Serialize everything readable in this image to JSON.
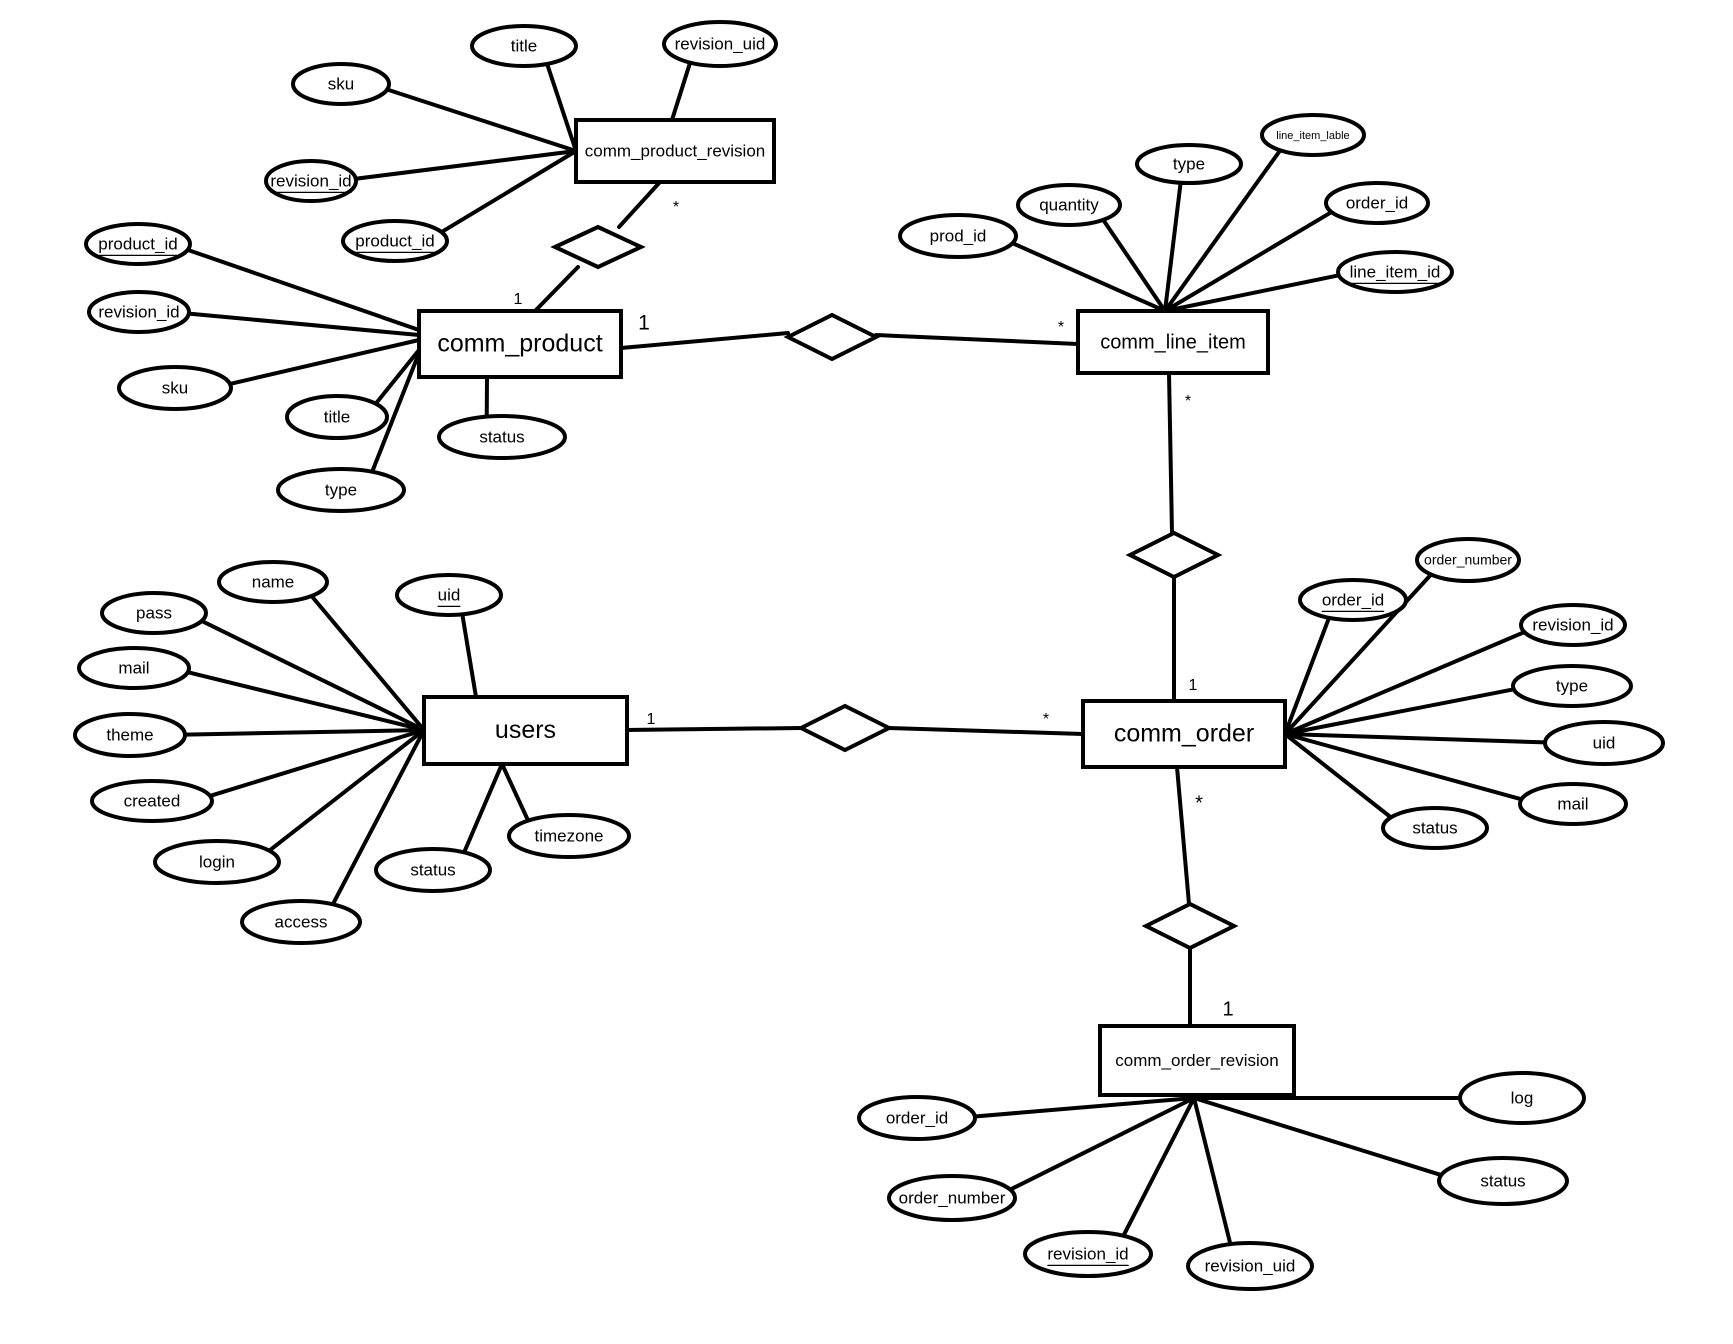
{
  "colors": {
    "stroke": "#000000",
    "background": "#ffffff"
  },
  "entities": [
    {
      "id": "comm_product_revision",
      "label": "comm_product_revision"
    },
    {
      "id": "comm_product",
      "label": "comm_product"
    },
    {
      "id": "comm_line_item",
      "label": "comm_line_item"
    },
    {
      "id": "users",
      "label": "users"
    },
    {
      "id": "comm_order",
      "label": "comm_order"
    },
    {
      "id": "comm_order_revision",
      "label": "comm_order_revision"
    }
  ],
  "attributes": [
    {
      "id": "a1",
      "label": "title",
      "entity": "comm_product_revision",
      "key": false
    },
    {
      "id": "a2",
      "label": "revision_uid",
      "entity": "comm_product_revision",
      "key": false
    },
    {
      "id": "a3",
      "label": "sku",
      "entity": "comm_product_revision",
      "key": false
    },
    {
      "id": "a4",
      "label": "revision_id",
      "entity": "comm_product_revision",
      "key": true
    },
    {
      "id": "a5",
      "label": "product_id",
      "entity": "comm_product_revision",
      "key": true
    },
    {
      "id": "a6",
      "label": "product_id",
      "entity": "comm_product",
      "key": true
    },
    {
      "id": "a7",
      "label": "revision_id",
      "entity": "comm_product",
      "key": false
    },
    {
      "id": "a8",
      "label": "sku",
      "entity": "comm_product",
      "key": false
    },
    {
      "id": "a9",
      "label": "title",
      "entity": "comm_product",
      "key": false
    },
    {
      "id": "a10",
      "label": "status",
      "entity": "comm_product",
      "key": false
    },
    {
      "id": "a11",
      "label": "type",
      "entity": "comm_product",
      "key": false
    },
    {
      "id": "a12",
      "label": "type",
      "entity": "comm_line_item",
      "key": false
    },
    {
      "id": "a13",
      "label": "line_item_lable",
      "entity": "comm_line_item",
      "key": false
    },
    {
      "id": "a14",
      "label": "quantity",
      "entity": "comm_line_item",
      "key": false
    },
    {
      "id": "a15",
      "label": "order_id",
      "entity": "comm_line_item",
      "key": false
    },
    {
      "id": "a16",
      "label": "prod_id",
      "entity": "comm_line_item",
      "key": false
    },
    {
      "id": "a17",
      "label": "line_item_id",
      "entity": "comm_line_item",
      "key": true
    },
    {
      "id": "a18",
      "label": "name",
      "entity": "users",
      "key": false
    },
    {
      "id": "a19",
      "label": "pass",
      "entity": "users",
      "key": false
    },
    {
      "id": "a20",
      "label": "uid",
      "entity": "users",
      "key": true
    },
    {
      "id": "a21",
      "label": "mail",
      "entity": "users",
      "key": false
    },
    {
      "id": "a22",
      "label": "theme",
      "entity": "users",
      "key": false
    },
    {
      "id": "a23",
      "label": "created",
      "entity": "users",
      "key": false
    },
    {
      "id": "a24",
      "label": "login",
      "entity": "users",
      "key": false
    },
    {
      "id": "a25",
      "label": "access",
      "entity": "users",
      "key": false
    },
    {
      "id": "a26",
      "label": "status",
      "entity": "users",
      "key": false
    },
    {
      "id": "a27",
      "label": "timezone",
      "entity": "users",
      "key": false
    },
    {
      "id": "a28",
      "label": "order_number",
      "entity": "comm_order",
      "key": false
    },
    {
      "id": "a29",
      "label": "order_id",
      "entity": "comm_order",
      "key": true
    },
    {
      "id": "a30",
      "label": "revision_id",
      "entity": "comm_order",
      "key": false
    },
    {
      "id": "a31",
      "label": "type",
      "entity": "comm_order",
      "key": false
    },
    {
      "id": "a32",
      "label": "uid",
      "entity": "comm_order",
      "key": false
    },
    {
      "id": "a33",
      "label": "mail",
      "entity": "comm_order",
      "key": false
    },
    {
      "id": "a34",
      "label": "status",
      "entity": "comm_order",
      "key": false
    },
    {
      "id": "a35",
      "label": "order_id",
      "entity": "comm_order_revision",
      "key": false
    },
    {
      "id": "a36",
      "label": "log",
      "entity": "comm_order_revision",
      "key": false
    },
    {
      "id": "a37",
      "label": "order_number",
      "entity": "comm_order_revision",
      "key": false
    },
    {
      "id": "a38",
      "label": "status",
      "entity": "comm_order_revision",
      "key": false
    },
    {
      "id": "a39",
      "label": "revision_id",
      "entity": "comm_order_revision",
      "key": true
    },
    {
      "id": "a40",
      "label": "revision_uid",
      "entity": "comm_order_revision",
      "key": false
    }
  ],
  "relationships": [
    {
      "id": "r1",
      "from": "comm_product",
      "to": "comm_product_revision",
      "from_card": "1",
      "to_card": "*"
    },
    {
      "id": "r2",
      "from": "comm_product",
      "to": "comm_line_item",
      "from_card": "1",
      "to_card": "*"
    },
    {
      "id": "r3",
      "from": "comm_line_item",
      "to": "comm_order",
      "from_card": "*",
      "to_card": "1"
    },
    {
      "id": "r4",
      "from": "users",
      "to": "comm_order",
      "from_card": "1",
      "to_card": "*"
    },
    {
      "id": "r5",
      "from": "comm_order",
      "to": "comm_order_revision",
      "from_card": "*",
      "to_card": "1"
    }
  ]
}
